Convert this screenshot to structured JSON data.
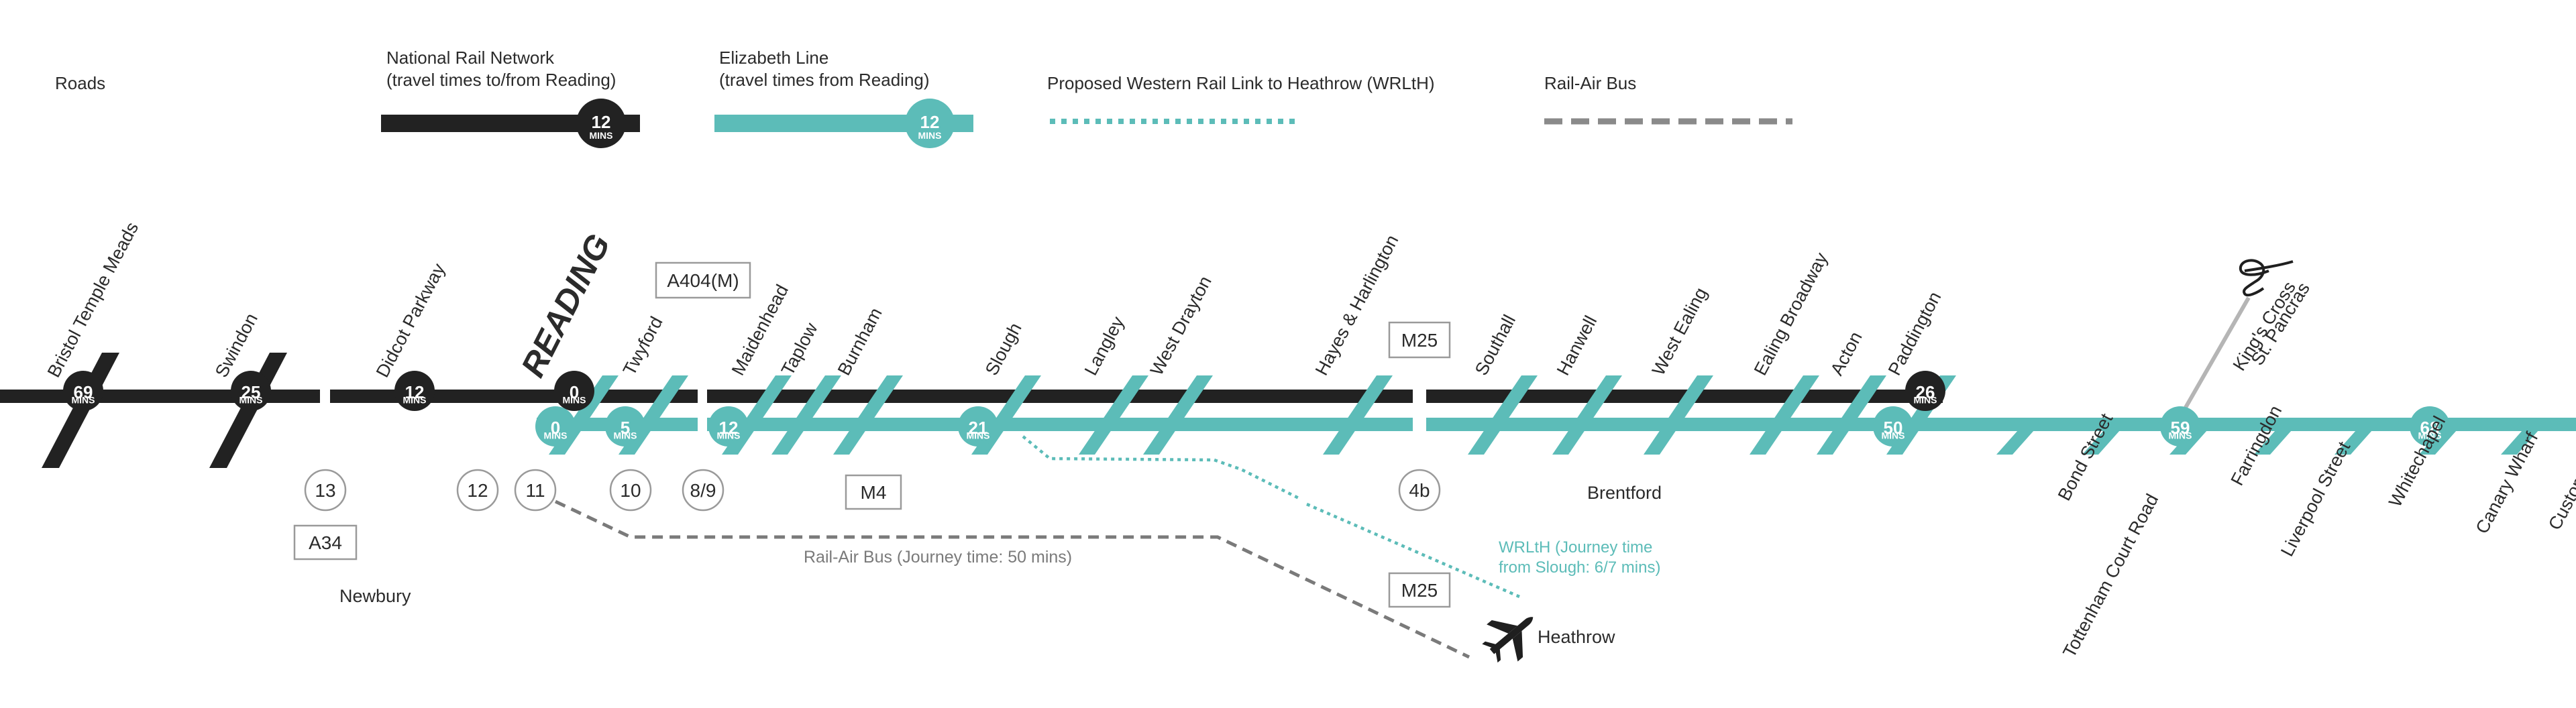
{
  "legend": {
    "roads": "Roads",
    "national_rail_line1": "National Rail Network",
    "national_rail_line2": "(travel times to/from Reading)",
    "elizabeth_line1": "Elizabeth Line",
    "elizabeth_line2": "(travel times from Reading)",
    "sample_time": "12",
    "mins": "MINS",
    "wrlth": "Proposed Western Rail Link to Heathrow (WRLtH)",
    "rail_air": "Rail-Air Bus"
  },
  "colors": {
    "national_rail": "#222222",
    "elizabeth": "#5cbcb8",
    "road": "#9a9a9a",
    "bus": "#7a7a7a"
  },
  "national_rail_stations": [
    {
      "name": "Bristol Temple Meads",
      "time": "69"
    },
    {
      "name": "Swindon",
      "time": "25"
    },
    {
      "name": "Didcot Parkway",
      "time": "12"
    },
    {
      "name": "READING",
      "time": "0"
    },
    {
      "name": "Paddington",
      "time": "26"
    }
  ],
  "elizabeth_stations": [
    {
      "name": "Reading",
      "time": "0"
    },
    {
      "name": "Twyford",
      "time": "5"
    },
    {
      "name": "Maidenhead",
      "time": "12"
    },
    {
      "name": "Taplow"
    },
    {
      "name": "Burnham"
    },
    {
      "name": "Slough",
      "time": "21"
    },
    {
      "name": "Langley"
    },
    {
      "name": "West Drayton"
    },
    {
      "name": "Hayes & Harlington"
    },
    {
      "name": "Southall"
    },
    {
      "name": "Hanwell"
    },
    {
      "name": "West Ealing"
    },
    {
      "name": "Ealing Broadway"
    },
    {
      "name": "Acton"
    },
    {
      "name": "Paddington",
      "time": "50"
    },
    {
      "name": "Bond Street"
    },
    {
      "name": "Tottenham Court Road"
    },
    {
      "name": "Farringdon",
      "time": "59"
    },
    {
      "name": "Liverpool Street"
    },
    {
      "name": "Whitechapel"
    },
    {
      "name": "Canary Wharf",
      "time": "68"
    },
    {
      "name": "Custom House"
    }
  ],
  "kings_cross": {
    "line1": "King's Cross",
    "line2": "St. Pancras"
  },
  "junctions": [
    "13",
    "12",
    "11",
    "10",
    "8/9",
    "4b"
  ],
  "roads": [
    "A404(M)",
    "M25",
    "M4",
    "A34",
    "M25"
  ],
  "places": {
    "brentford": "Brentford",
    "newbury": "Newbury",
    "heathrow": "Heathrow"
  },
  "labels": {
    "rail_air_bus": "Rail-Air Bus (Journey time: 50 mins)",
    "wrlth_line1": "WRLtH (Journey time",
    "wrlth_line2": "from Slough: 6/7 mins)"
  }
}
